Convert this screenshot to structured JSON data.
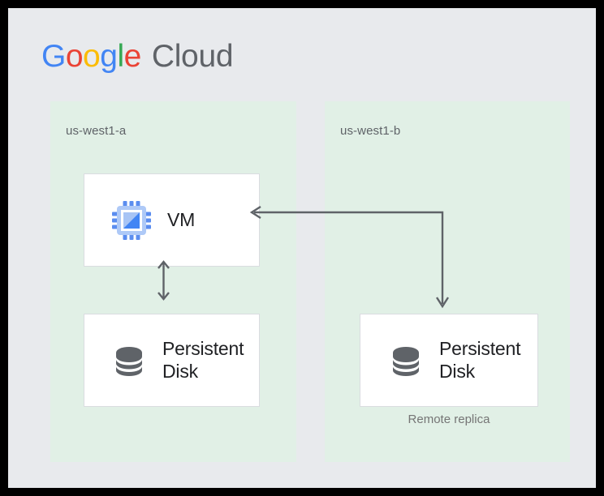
{
  "brand": {
    "logo_g1": "G",
    "logo_o1": "o",
    "logo_o2": "o",
    "logo_g2": "g",
    "logo_l": "l",
    "logo_e": "e",
    "logo_cloud": "Cloud",
    "colors": {
      "blue": "#4285F4",
      "red": "#EA4335",
      "yellow": "#FBBC05",
      "green": "#34A853",
      "cloud_gray": "#5F6368"
    }
  },
  "diagram": {
    "background": "#E8EAED",
    "frame_color": "#000000",
    "zone_fill": "#E1F0E6",
    "box_fill": "#FFFFFF",
    "box_border": "#DADCE0",
    "connector_color": "#5F6368",
    "zones": [
      {
        "id": "us-west1-a",
        "label": "us-west1-a",
        "components": [
          {
            "id": "vm",
            "label": "VM",
            "icon": "cpu-chip-icon"
          },
          {
            "id": "persistent-disk-a",
            "label_line1": "Persistent",
            "label_line2": "Disk",
            "icon": "database-disk-icon"
          }
        ]
      },
      {
        "id": "us-west1-b",
        "label": "us-west1-b",
        "components": [
          {
            "id": "persistent-disk-b",
            "label_line1": "Persistent",
            "label_line2": "Disk",
            "icon": "database-disk-icon",
            "caption": "Remote replica"
          }
        ]
      }
    ],
    "connectors": [
      {
        "id": "vm-to-disk-a",
        "type": "bidirectional-vertical",
        "from": "vm",
        "to": "persistent-disk-a"
      },
      {
        "id": "replication-elbow",
        "type": "elbow-double-arrow",
        "from": "vm",
        "to": "persistent-disk-b"
      }
    ]
  }
}
